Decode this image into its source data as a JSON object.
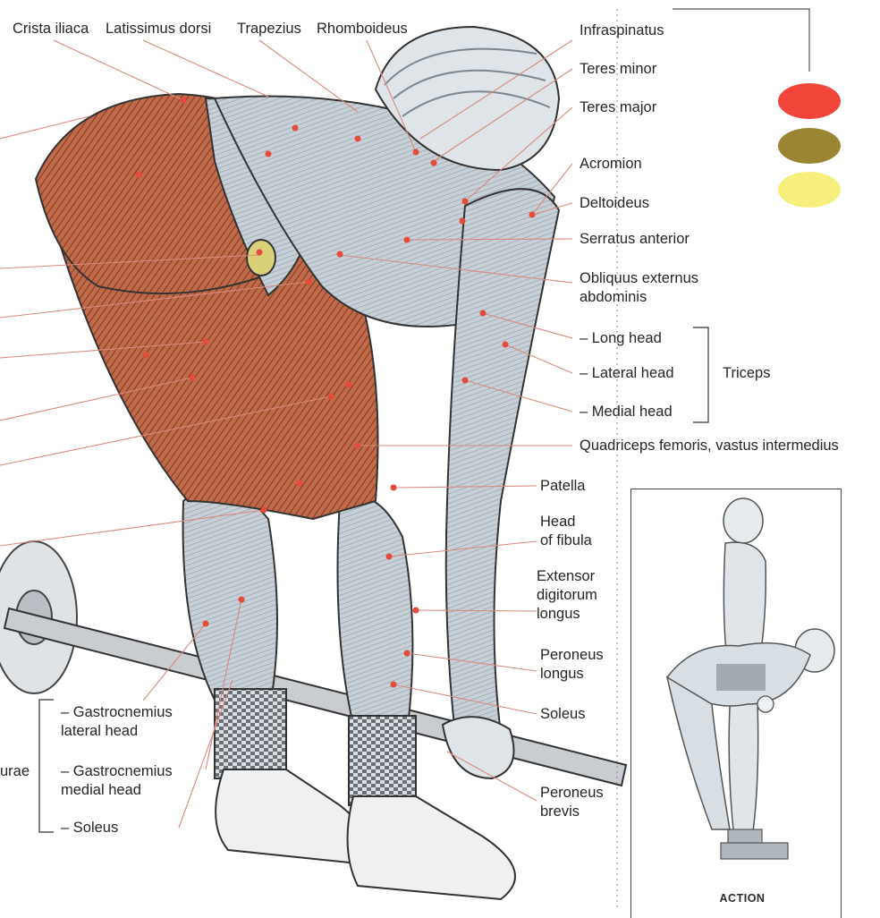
{
  "top_labels": {
    "crista_iliaca": "Crista iliaca",
    "latissimus_dorsi": "Latissimus dorsi",
    "trapezius": "Trapezius",
    "rhomboideus": "Rhomboideus"
  },
  "right_labels": {
    "infraspinatus": "Infraspinatus",
    "teres_minor": "Teres minor",
    "teres_major": "Teres major",
    "acromion": "Acromion",
    "deltoideus": "Deltoideus",
    "serratus_anterior": "Serratus anterior",
    "obliquus_line1": "Obliquus externus",
    "obliquus_line2": "abdominis",
    "long_head": "– Long head",
    "lateral_head": "– Lateral head",
    "medial_head": "– Medial head",
    "triceps": "Triceps",
    "quadriceps": "Quadriceps femoris, vastus intermedius",
    "patella": "Patella",
    "head_fibula_line1": "Head",
    "head_fibula_line2": "of fibula",
    "extensor_line1": "Extensor",
    "extensor_line2": "digitorum",
    "extensor_line3": "longus",
    "peroneus_longus_line1": "Peroneus",
    "peroneus_longus_line2": "longus",
    "soleus": "Soleus",
    "peroneus_brevis_line1": "Peroneus",
    "peroneus_brevis_line2": "brevis"
  },
  "left_labels": {
    "gastro_lateral_line1": "– Gastrocnemius",
    "gastro_lateral_line2": "lateral head",
    "gastro_medial_line1": "– Gastrocnemius",
    "gastro_medial_line2": "medial head",
    "soleus": "– Soleus",
    "surae_partial": "urae"
  },
  "legend": {
    "colors": [
      "#f0463a",
      "#9a8632",
      "#f7ef7c"
    ]
  },
  "inset": {
    "label": "ACTION"
  },
  "colors": {
    "muscle_red": "#b0573a",
    "muscle_gray": "#b9c3cc",
    "leader_line": "#d98a7e"
  }
}
